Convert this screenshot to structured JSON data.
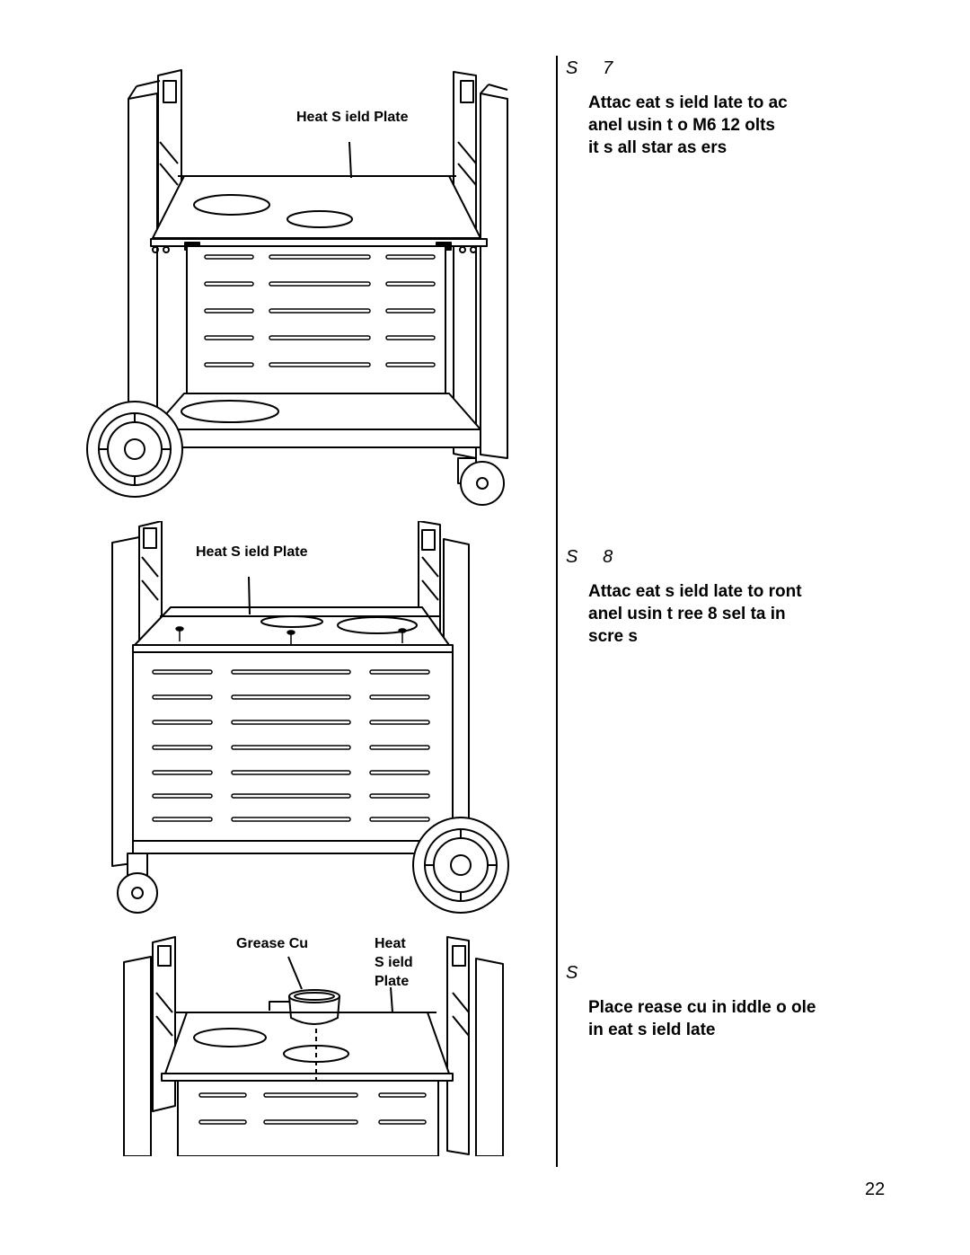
{
  "figures": {
    "fig1": {
      "label": "Heat S ield Plate"
    },
    "fig2": {
      "label": "Heat S ield Plate"
    },
    "fig3": {
      "grease_label": "Grease Cu",
      "plate_label": "Heat\nS ield\nPlate"
    }
  },
  "steps": [
    {
      "title": "S     7",
      "text": "Attac     eat s ield   late to   ac\nanel usin   t   o M6     12            olts\nit    s  all star    as ers"
    },
    {
      "title": "S     8",
      "text": "Attac     eat s ield   late to   ront\nanel usin   t ree   8 sel  ta     in\nscre   s"
    },
    {
      "title": "S",
      "text": "Place   rease cu   in     iddle o     ole\nin   eat s ield   late"
    }
  ],
  "page_number": "22"
}
